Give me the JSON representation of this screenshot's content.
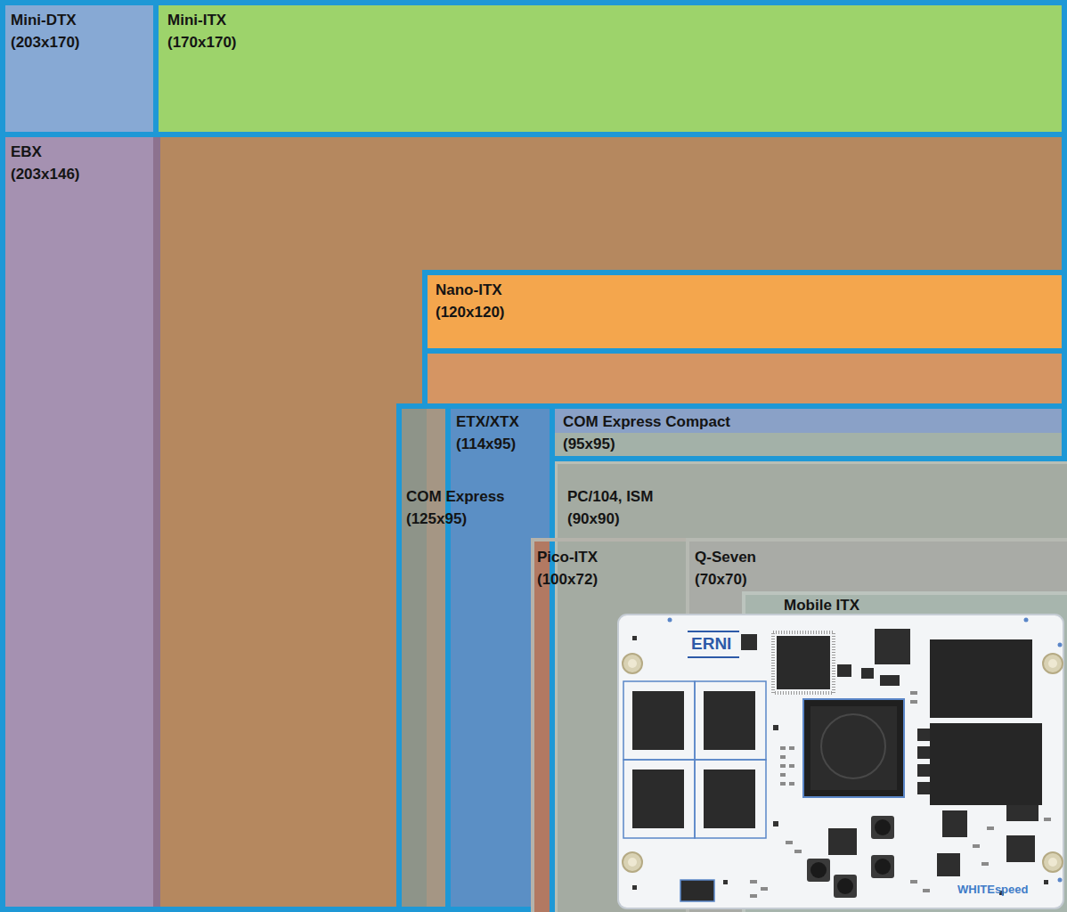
{
  "diagram": {
    "nodes": [
      {
        "text": [
          "Mini-DTX",
          "(203x170)"
        ]
      },
      {
        "text": [
          "Mini-ITX",
          "(170x170)"
        ],
        "in": 0
      },
      {
        "text": [
          "EBX",
          "(203x146)"
        ],
        "in": 0
      },
      {
        "text": [
          "Nano-ITX",
          "(120x120)"
        ],
        "in": 2
      },
      {
        "text": [
          "COM Express",
          "(125x95)"
        ],
        "in": 2
      },
      {
        "text": [
          "ETX/XTX",
          "(114x95)"
        ],
        "in": 4
      },
      {
        "text": [
          "COM Express Compact",
          "(95x95)"
        ],
        "in": 5
      },
      {
        "text": [
          "PC/104, ISM",
          "(90x90)"
        ],
        "in": 6
      },
      {
        "text": [
          "Pico-ITX",
          "(100x72)"
        ],
        "in": 5
      },
      {
        "text": [
          "Q-Seven",
          "(70x70)"
        ],
        "in": 8
      },
      {
        "text": [
          "Mobile ITX"
        ],
        "in": 9
      }
    ],
    "labels": [
      "ERNI",
      "WHITEspeed"
    ]
  }
}
